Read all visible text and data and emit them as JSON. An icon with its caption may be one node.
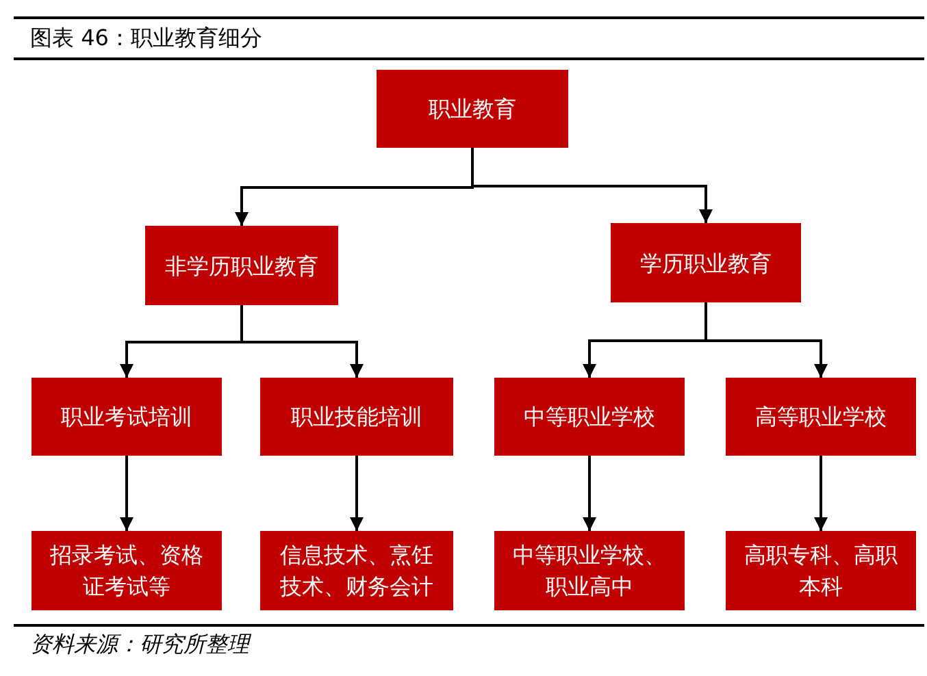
{
  "diagram": {
    "title": "图表 46：职业教育细分",
    "caption": "资料来源：研究所整理",
    "nodes": [
      {
        "text": [
          "职业教育"
        ]
      },
      {
        "text": [
          "非学历职业教育"
        ]
      },
      {
        "text": [
          "学历职业教育"
        ]
      },
      {
        "text": [
          "职业考试培训"
        ]
      },
      {
        "text": [
          "职业技能培训"
        ]
      },
      {
        "text": [
          "中等职业学校"
        ]
      },
      {
        "text": [
          "高等职业学校"
        ]
      },
      {
        "text": [
          "招录考试、资格证考试等"
        ]
      },
      {
        "text": [
          "信息技术、烹饪技术、财务会计"
        ]
      },
      {
        "text": [
          "中等职业学校、职业高中"
        ]
      },
      {
        "text": [
          "高职专科、高职本科"
        ]
      }
    ],
    "edges": [
      {
        "from": 0,
        "to": 1,
        "arrow": "to"
      },
      {
        "from": 0,
        "to": 2,
        "arrow": "to"
      },
      {
        "from": 1,
        "to": 3,
        "arrow": "to"
      },
      {
        "from": 1,
        "to": 4,
        "arrow": "to"
      },
      {
        "from": 2,
        "to": 5,
        "arrow": "to"
      },
      {
        "from": 2,
        "to": 6,
        "arrow": "to"
      },
      {
        "from": 3,
        "to": 7,
        "arrow": "to"
      },
      {
        "from": 4,
        "to": 8,
        "arrow": "to"
      },
      {
        "from": 5,
        "to": 9,
        "arrow": "to"
      },
      {
        "from": 6,
        "to": 10,
        "arrow": "to"
      }
    ]
  }
}
